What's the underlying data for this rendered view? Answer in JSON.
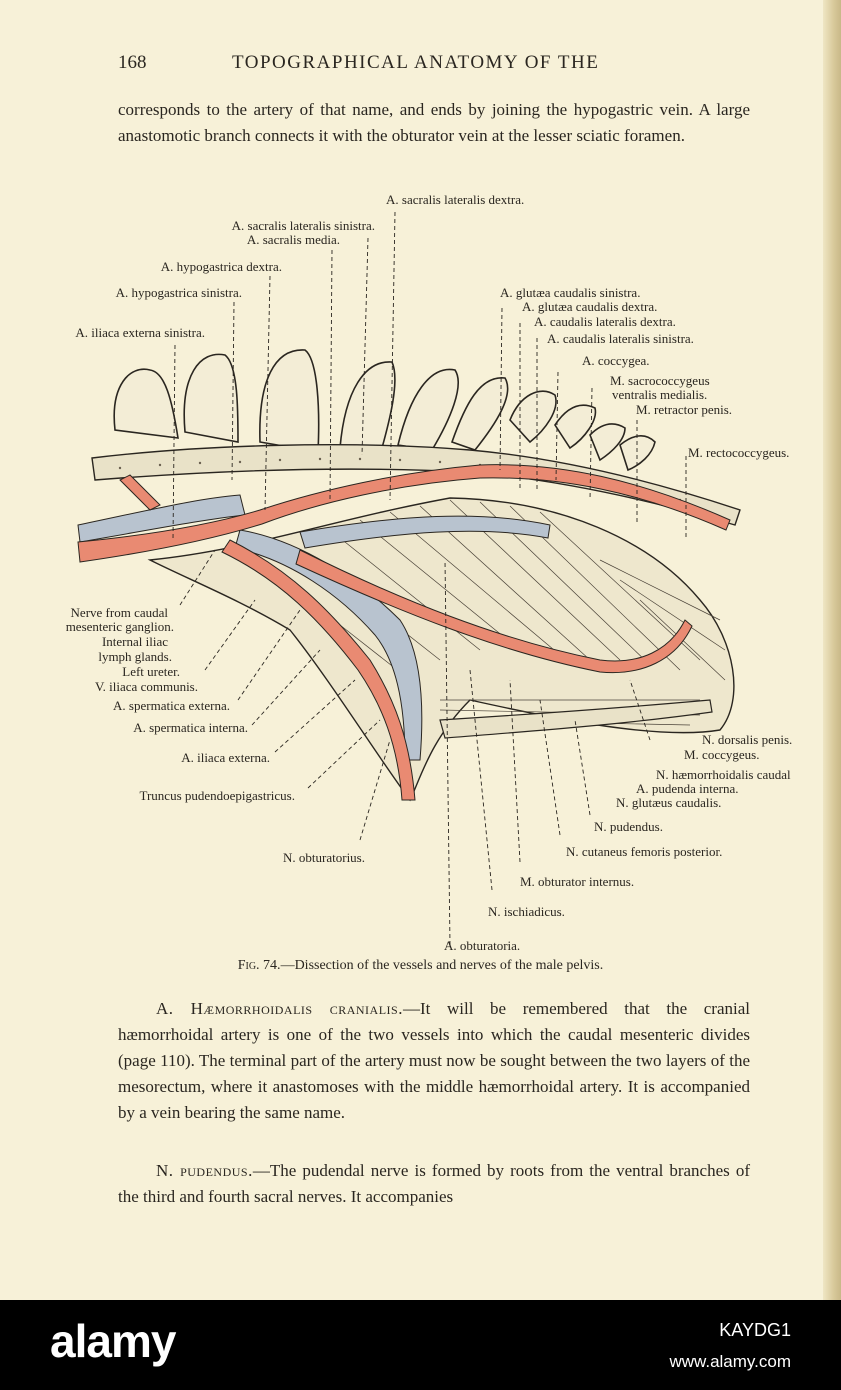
{
  "header": {
    "page_number": "168",
    "running_title": "TOPOGRAPHICAL ANATOMY OF THE"
  },
  "intro_paragraph": "corresponds to the artery of that name, and ends by joining the hypogastric vein. A large anastomotic branch connects it with the obturator vein at the lesser sciatic foramen.",
  "figure": {
    "caption_prefix": "Fig. 74.",
    "caption_text": "—Dissection of the vessels and nerves of the male pelvis.",
    "labels": {
      "sacralis_lateralis_dextra": "A. sacralis lateralis dextra.",
      "sacralis_lateralis_sinistra": "A. sacralis lateralis sinistra.",
      "sacralis_media": "A. sacralis media.",
      "hypogastrica_dextra": "A. hypogastrica dextra.",
      "hypogastrica_sinistra": "A. hypogastrica sinistra.",
      "iliaca_externa_sinistra": "A. iliaca externa sinistra.",
      "glutaea_caudalis_sinistra": "A. glutæa caudalis sinistra.",
      "glutaea_caudalis_dextra": "A. glutæa caudalis dextra.",
      "caudalis_lateralis_dextra": "A. caudalis lateralis dextra.",
      "caudalis_lateralis_sinistra": "A. caudalis lateralis sinistra.",
      "coccygea": "A. coccygea.",
      "sacrococcygeus_1": "M. sacrococcygeus",
      "sacrococcygeus_2": "ventralis medialis.",
      "retractor_penis": "M. retractor penis.",
      "rectococcygeus": "M. rectococcygeus.",
      "nerve_caudal_1": "Nerve from caudal",
      "nerve_caudal_2": "mesenteric ganglion.",
      "internal_iliac_1": "Internal iliac",
      "internal_iliac_2": "lymph glands.",
      "left_ureter": "Left ureter.",
      "v_iliaca_communis": "V. iliaca communis.",
      "spermatica_externa": "A. spermatica externa.",
      "spermatica_interna": "A. spermatica interna.",
      "iliaca_externa": "A. iliaca externa.",
      "truncus": "Truncus pudendoepigastricus.",
      "n_obturatorius": "N. obturatorius.",
      "n_dorsalis_penis": "N. dorsalis penis.",
      "m_coccygeus": "M. coccygeus.",
      "n_haemorrhoidalis": "N. hæmorrhoidalis caudal",
      "a_pudenda_interna": "A. pudenda interna.",
      "n_glutaeus_caudalis": "N. glutæus caudalis.",
      "n_pudendus": "N. pudendus.",
      "n_cutaneus": "N. cutaneus femoris posterior.",
      "m_obturator_internus": "M. obturator internus.",
      "n_ischiadicus": "N. ischiadicus.",
      "a_obturatoria": "A. obturatoria."
    },
    "colors": {
      "artery": "#e98a72",
      "vein": "#b8c3cf",
      "bone": "#e9e2c8",
      "ink": "#2a2620"
    }
  },
  "paragraph_2": {
    "heading": "A. Hæmorrhoidalis cranialis.",
    "body": "—It will be remembered that the cranial hæmorrhoidal artery is one of the two vessels into which the caudal mesenteric divides (page 110). The terminal part of the artery must now be sought between the two layers of the mesorectum, where it anastomoses with the middle hæmorrhoidal artery. It is accompanied by a vein bearing the same name."
  },
  "paragraph_3": {
    "heading": "N. pudendus.",
    "body": "—The pudendal nerve is formed by roots from the ventral branches of the third and fourth sacral nerves. It accompanies"
  },
  "watermark": {
    "logo": "alamy",
    "image_id": "KAYDG1",
    "site": "www.alamy.com"
  }
}
